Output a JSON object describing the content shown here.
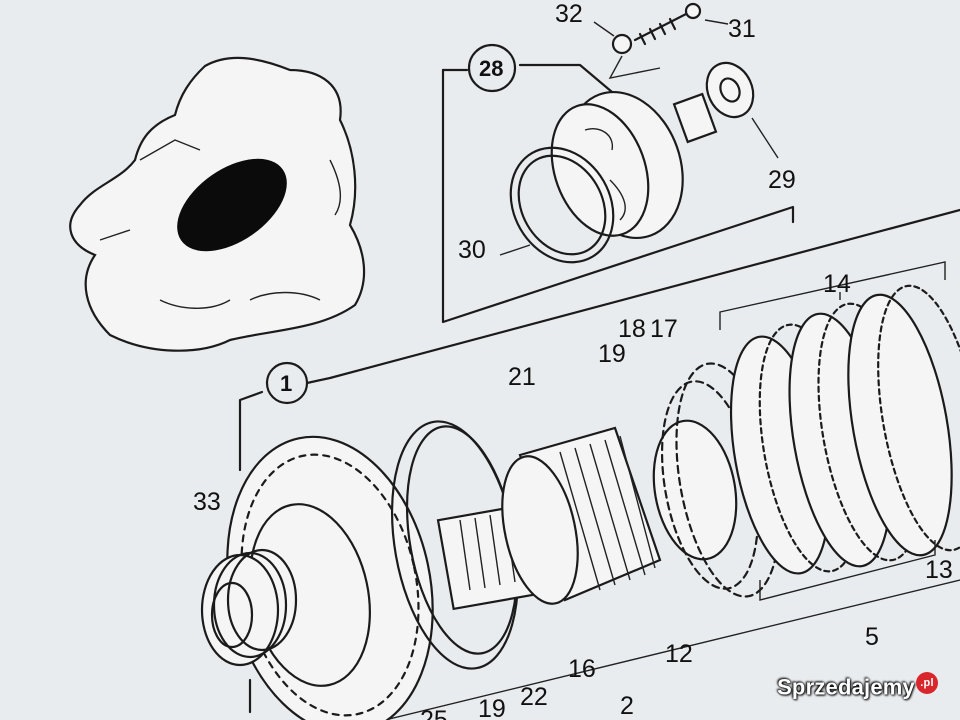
{
  "diagram": {
    "callouts": {
      "c1": "1",
      "c2": "2",
      "c5": "5",
      "c12": "12",
      "c13": "13",
      "c14": "14",
      "c16": "16",
      "c17": "17",
      "c18": "18",
      "c19a": "19",
      "c19b": "19",
      "c21": "21",
      "c22": "22",
      "c25": "25",
      "c28": "28",
      "c29": "29",
      "c30": "30",
      "c31": "31",
      "c32": "32",
      "c33": "33"
    }
  },
  "watermark": {
    "brand": "Sprzedajemy",
    "tld": ".pl"
  },
  "colors": {
    "background": "#e9ecef",
    "ink": "#1b1b1b",
    "badge": "#d9262c"
  }
}
